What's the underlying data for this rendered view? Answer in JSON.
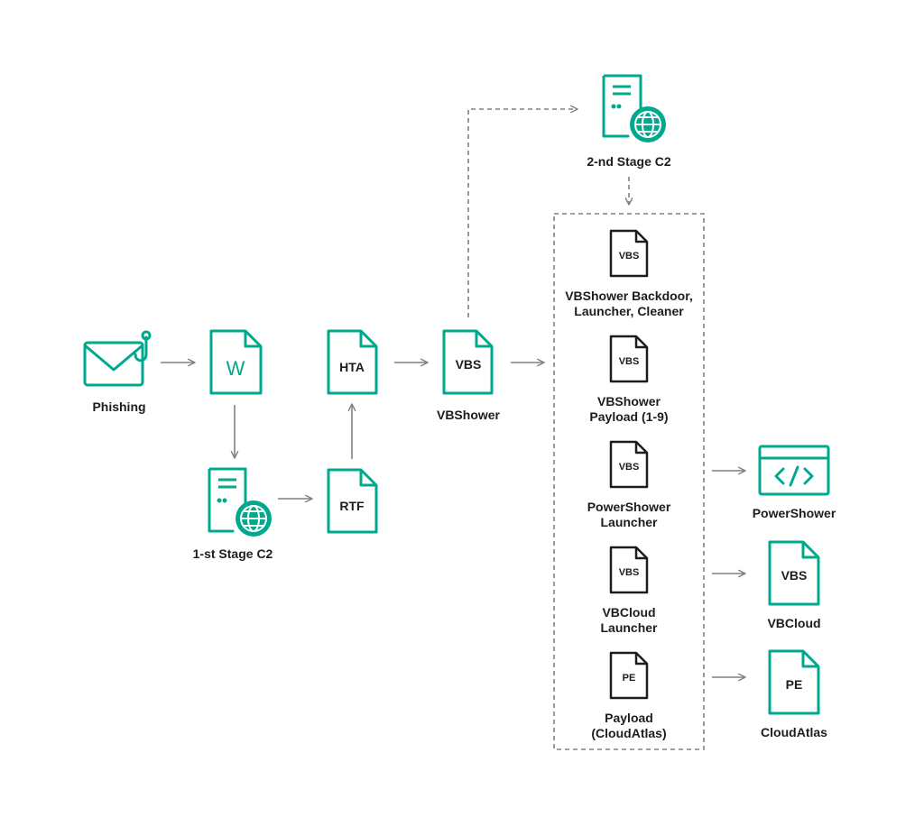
{
  "colors": {
    "accent": "#00a88e",
    "ink": "#1d1d1b",
    "arrow": "#808080",
    "background": "#ffffff"
  },
  "nodes": {
    "phishing": {
      "label": "Phishing",
      "icon": "phishing-email-icon"
    },
    "word_doc": {
      "glyph": "W",
      "icon": "word-document-icon"
    },
    "stage1_c2": {
      "label": "1-st Stage C2",
      "icon": "server-globe-icon"
    },
    "rtf": {
      "label": "RTF",
      "icon": "document-icon"
    },
    "hta": {
      "label": "HTA",
      "icon": "document-icon"
    },
    "vbshower": {
      "tag": "VBS",
      "label": "VBShower",
      "icon": "document-icon"
    },
    "stage2_c2": {
      "label": "2-nd Stage C2",
      "icon": "server-globe-icon"
    },
    "modules": [
      {
        "tag": "VBS",
        "line1": "VBShower Backdoor,",
        "line2": "Launcher, Cleaner"
      },
      {
        "tag": "VBS",
        "line1": "VBShower",
        "line2": "Payload (1-9)"
      },
      {
        "tag": "VBS",
        "line1": "PowerShower",
        "line2": "Launcher"
      },
      {
        "tag": "VBS",
        "line1": "VBCloud",
        "line2": "Launcher"
      },
      {
        "tag": "PE",
        "line1": "Payload",
        "line2": "(CloudAtlas)"
      }
    ],
    "powershower": {
      "label": "PowerShower",
      "icon": "code-window-icon"
    },
    "vbcloud": {
      "tag": "VBS",
      "label": "VBCloud"
    },
    "cloudatlas": {
      "tag": "PE",
      "label": "CloudAtlas"
    }
  }
}
